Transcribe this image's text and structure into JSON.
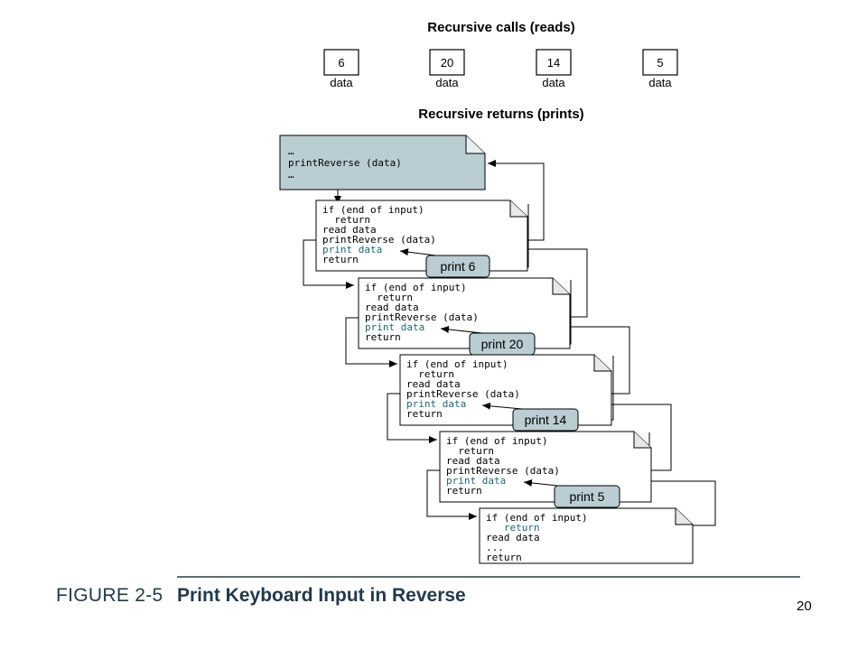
{
  "headers": {
    "calls": "Recursive calls (reads)",
    "returns": "Recursive returns (prints)"
  },
  "reads": [
    {
      "value": "6",
      "label": "data"
    },
    {
      "value": "20",
      "label": "data"
    },
    {
      "value": "14",
      "label": "data"
    },
    {
      "value": "5",
      "label": "data"
    }
  ],
  "frames": [
    {
      "lines": [
        "…",
        "printReverse (data)",
        "…"
      ]
    },
    {
      "lines": [
        "if (end of input)",
        "  return",
        "read data",
        "printReverse (data)",
        "print data",
        "return"
      ]
    },
    {
      "lines": [
        "if (end of input)",
        "  return",
        "read data",
        "printReverse (data)",
        "print data",
        "return"
      ]
    },
    {
      "lines": [
        "if (end of input)",
        "  return",
        "read data",
        "printReverse (data)",
        "print data",
        "return"
      ]
    },
    {
      "lines": [
        "if (end of input)",
        "  return",
        "read data",
        "printReverse (data)",
        "print data",
        "return"
      ]
    },
    {
      "lines": [
        "if (end of input)",
        "   return",
        "read data",
        "...",
        "return"
      ]
    }
  ],
  "prints": [
    "print 6",
    "print 20",
    "print 14",
    "print 5"
  ],
  "figure": {
    "label": "FIGURE 2-5",
    "title": "Print Keyboard Input in Reverse"
  },
  "page_number": "20",
  "colors": {
    "highlight_text": "#1a6a7a",
    "bubble_fill": "#b9cdd3",
    "top_frame_fill": "#b9cdd3"
  }
}
